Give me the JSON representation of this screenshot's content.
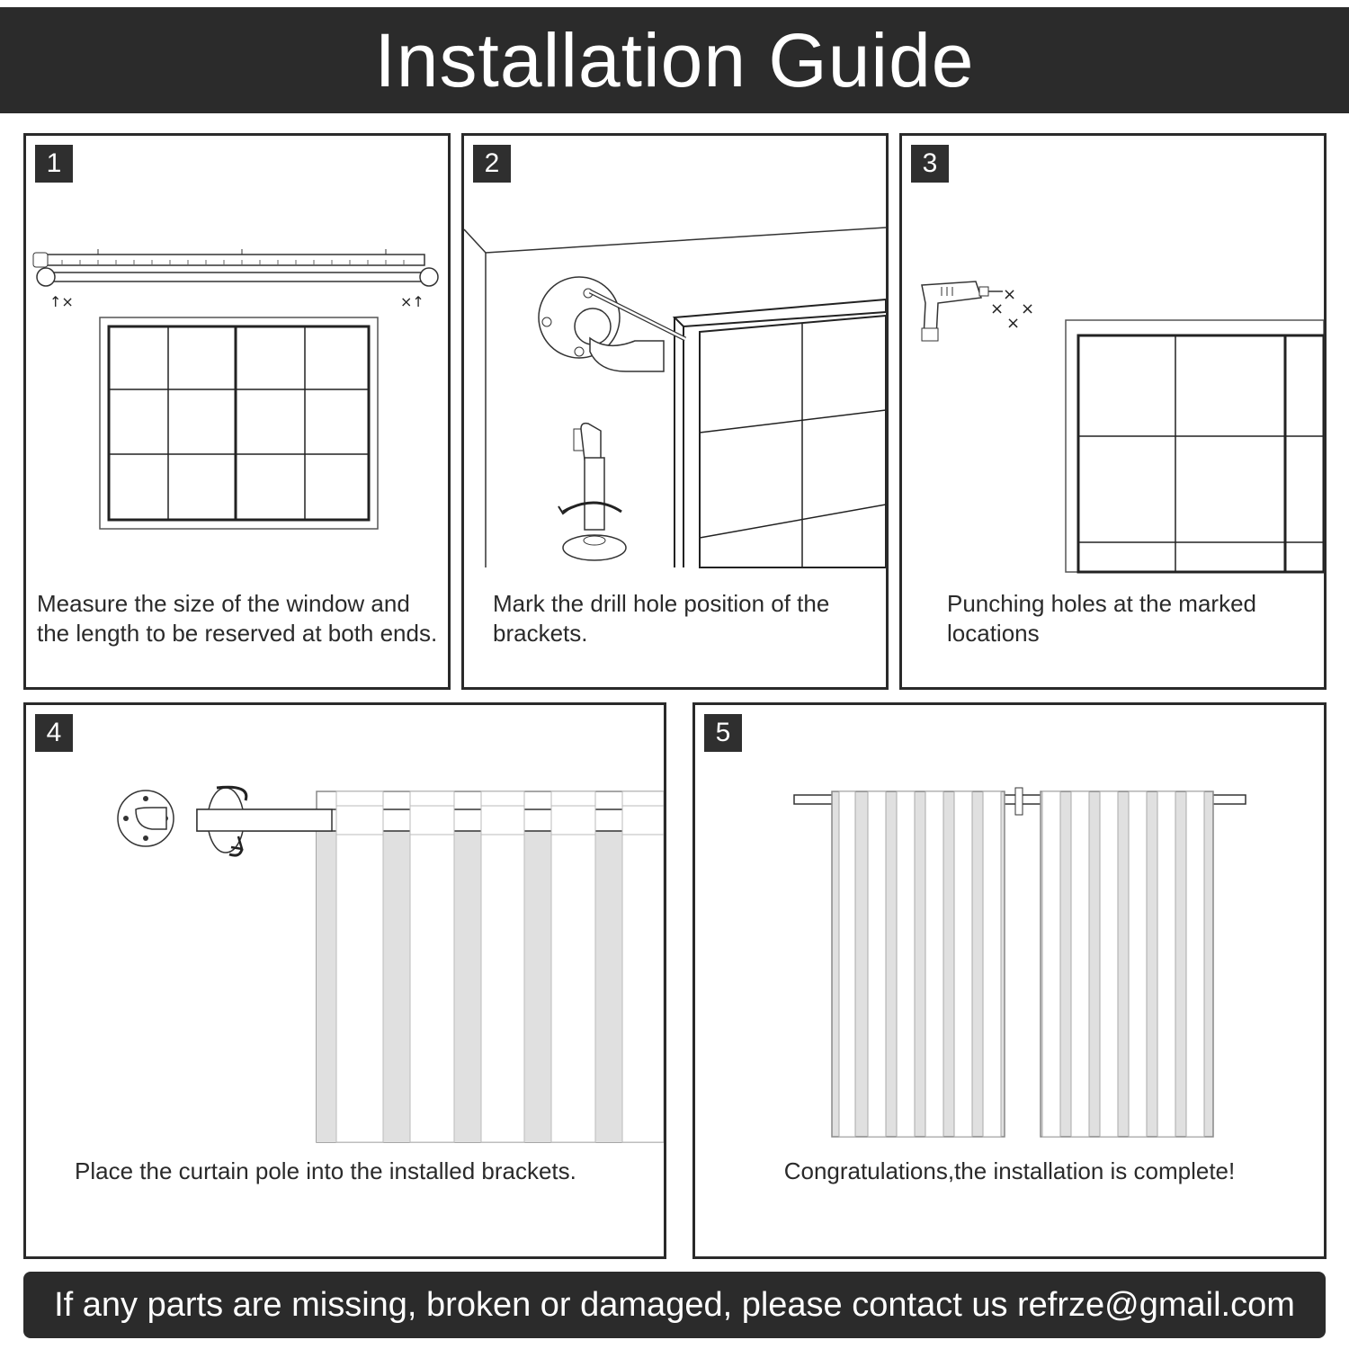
{
  "header": {
    "title": "Installation Guide"
  },
  "steps": [
    {
      "number": "1",
      "caption": "Measure the size of the window and the length to be reserved at both ends."
    },
    {
      "number": "2",
      "caption": "Mark the drill hole position of the brackets."
    },
    {
      "number": "3",
      "caption": "Punching holes at the marked locations"
    },
    {
      "number": "4",
      "caption": "Place the curtain pole into the installed brackets."
    },
    {
      "number": "5",
      "caption": "Congratulations,the installation is complete!"
    }
  ],
  "footer": {
    "notice": "If any parts are missing, broken or damaged, please contact us refrze@gmail.com"
  }
}
